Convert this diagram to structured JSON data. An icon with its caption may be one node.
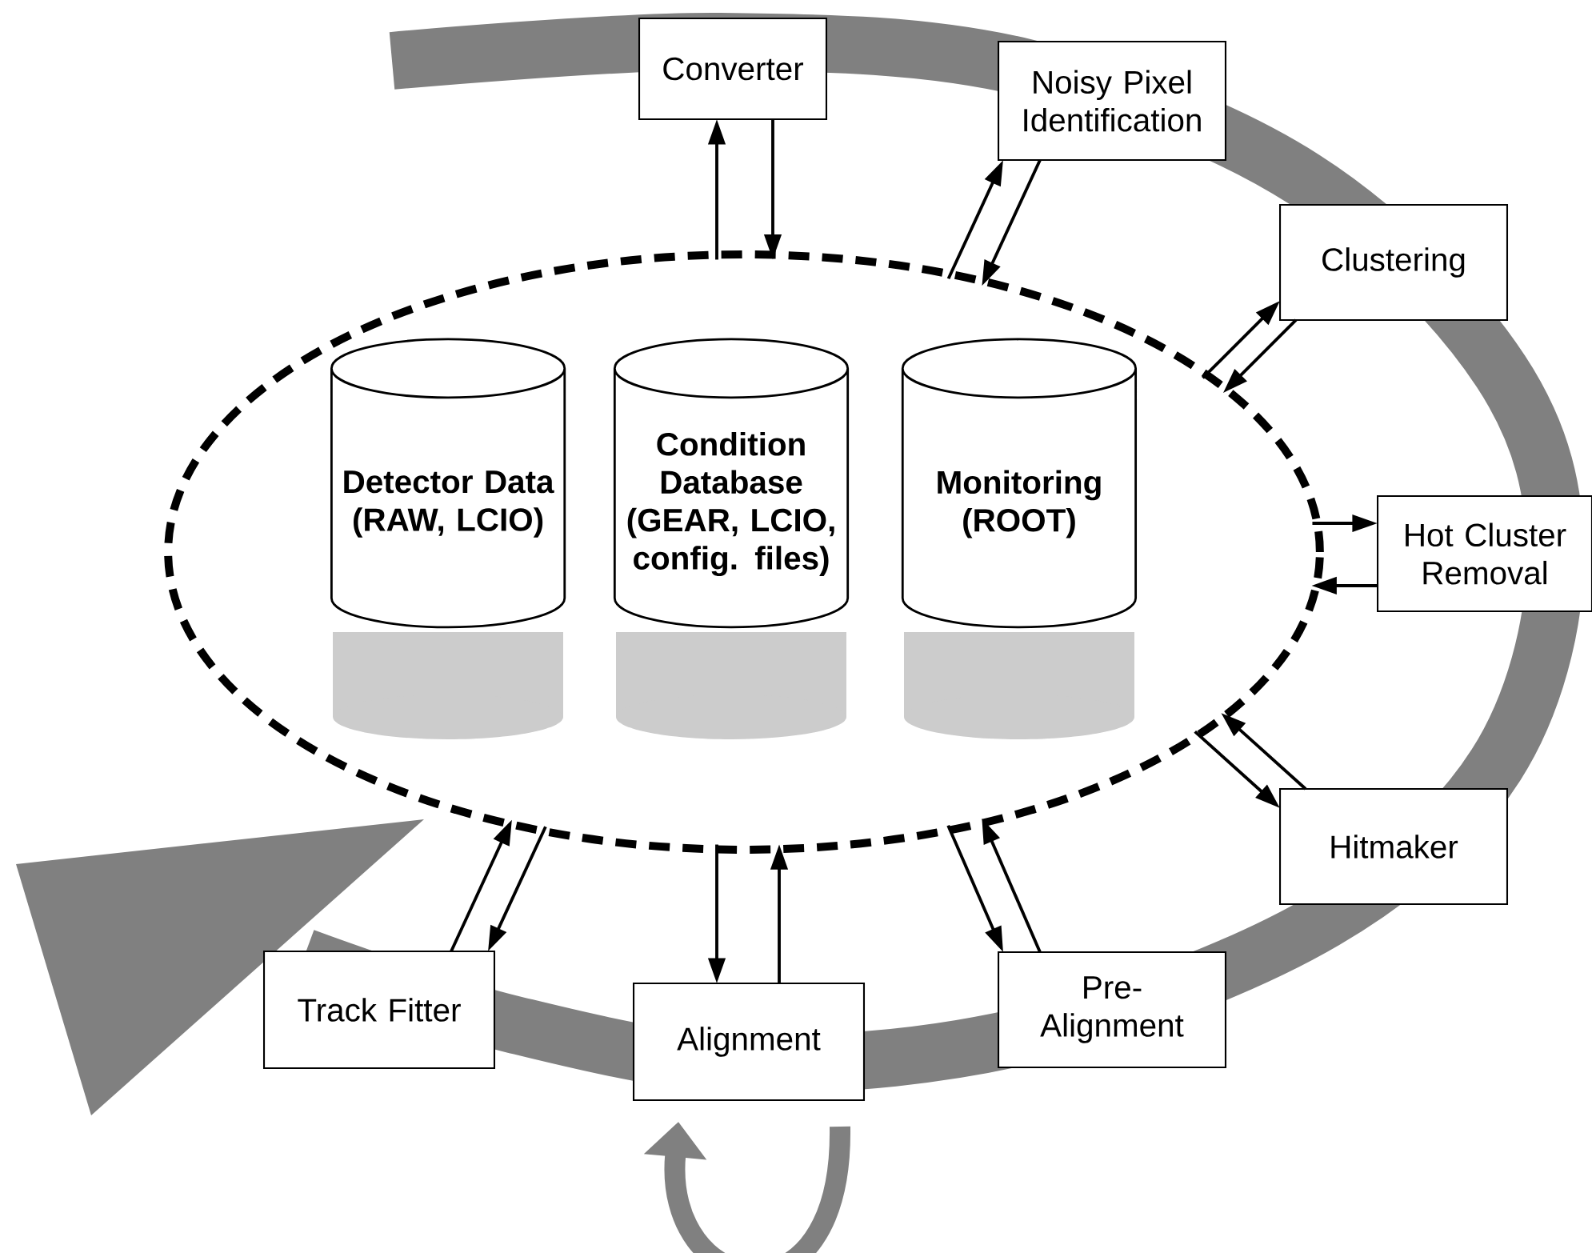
{
  "diagram": {
    "nodes": [
      {
        "text": [],
        "shape": "ellipse"
      },
      {
        "text": [
          "Detector Data (RAW, LCIO)"
        ],
        "in": 0
      },
      {
        "text": [
          "Condition Database (GEAR, LCIO, config. files)"
        ],
        "in": 0
      },
      {
        "text": [
          "Monitoring (ROOT)"
        ],
        "in": 0
      },
      {
        "text": [
          "Converter"
        ]
      },
      {
        "text": [
          "Noisy Pixel Identification"
        ]
      },
      {
        "text": [
          "Clustering"
        ]
      },
      {
        "text": [
          "Hot Cluster Removal"
        ]
      },
      {
        "text": [
          "Hitmaker"
        ]
      },
      {
        "text": [
          "Pre-Alignment"
        ]
      },
      {
        "text": [
          "Alignment"
        ]
      },
      {
        "text": [
          "Track Fitter"
        ]
      }
    ],
    "edges": [
      {
        "from": 0,
        "to": 4,
        "arrow": "to"
      },
      {
        "from": 4,
        "to": 0,
        "arrow": "to"
      },
      {
        "from": 0,
        "to": 5,
        "arrow": "to"
      },
      {
        "from": 5,
        "to": 0,
        "arrow": "to"
      },
      {
        "from": 0,
        "to": 6,
        "arrow": "to"
      },
      {
        "from": 6,
        "to": 0,
        "arrow": "to"
      },
      {
        "from": 0,
        "to": 7,
        "arrow": "to"
      },
      {
        "from": 7,
        "to": 0,
        "arrow": "to"
      },
      {
        "from": 0,
        "to": 8,
        "arrow": "to"
      },
      {
        "from": 8,
        "to": 0,
        "arrow": "to"
      },
      {
        "from": 0,
        "to": 9,
        "arrow": "to"
      },
      {
        "from": 9,
        "to": 0,
        "arrow": "to"
      },
      {
        "from": 0,
        "to": 10,
        "arrow": "to"
      },
      {
        "from": 10,
        "to": 0,
        "arrow": "to"
      },
      {
        "from": 0,
        "to": 11,
        "arrow": "to"
      },
      {
        "from": 11,
        "to": 0,
        "arrow": "to"
      },
      {
        "from": 10,
        "to": 10,
        "arrow": "to",
        "style": "thick",
        "color": "#808080"
      }
    ]
  }
}
